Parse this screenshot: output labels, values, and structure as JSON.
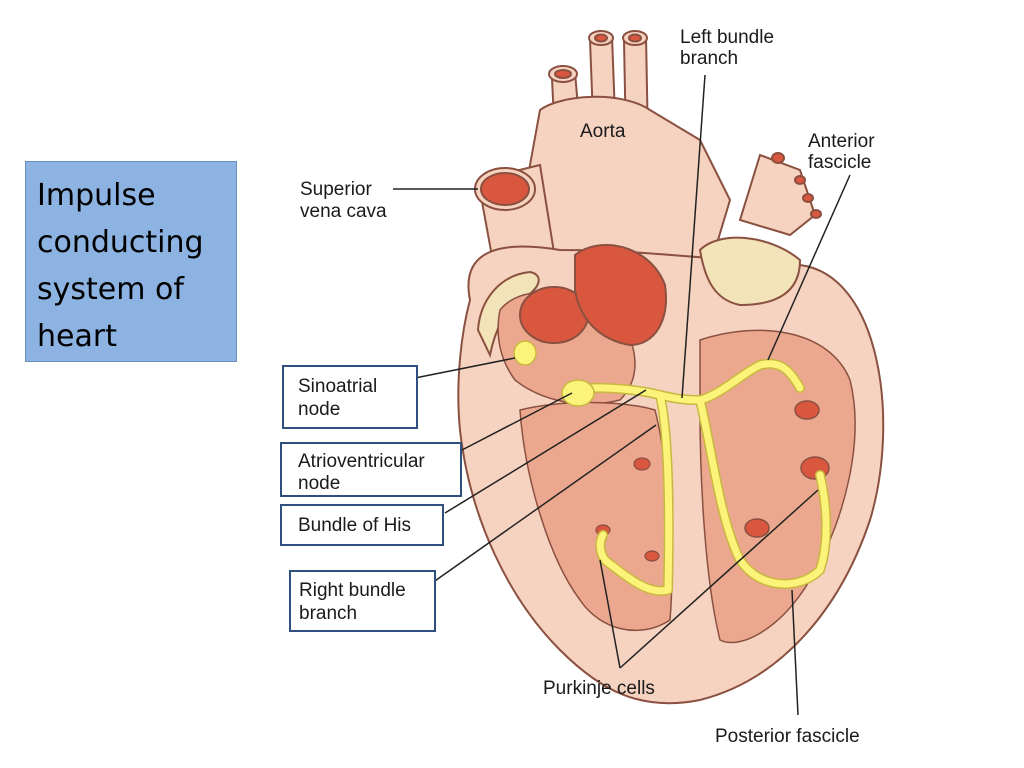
{
  "title_lines": [
    "Impulse",
    "conducting",
    "system of",
    "heart"
  ],
  "labels": {
    "left_bundle_branch": [
      "Left bundle",
      "branch"
    ],
    "aorta": "Aorta",
    "anterior_fascicle": [
      "Anterior",
      "fascicle"
    ],
    "superior_vena_cava": [
      "Superior",
      "vena cava"
    ],
    "sinoatrial_node": [
      "Sinoatrial",
      "node"
    ],
    "atrioventricular_node": [
      "Atrioventricular",
      "node"
    ],
    "bundle_of_his": "Bundle of His",
    "right_bundle_branch": [
      "Right bundle",
      "branch"
    ],
    "purkinje_cells": "Purkinje cells",
    "posterior_fascicle": "Posterior fascicle"
  },
  "colors": {
    "title_box": "#8db3e2",
    "label_box_border": "#2f4f7f",
    "heart_outer": "#f6d2c0",
    "heart_chamber": "#eba88e",
    "vessel_lumen": "#d9573f",
    "conduction_pathway": "#fbf37a"
  }
}
